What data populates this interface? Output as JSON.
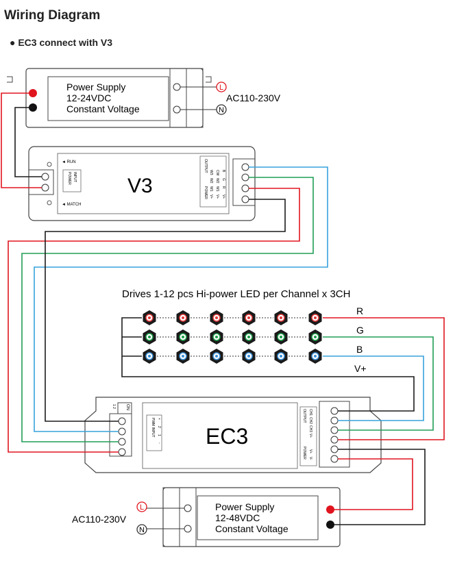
{
  "header": {
    "title": "Wiring Diagram",
    "subtitle": "● EC3 connect with V3"
  },
  "top_psu": {
    "lines": [
      "Power Supply",
      "12-24VDC",
      "Constant Voltage"
    ],
    "ac_label": "AC110-230V",
    "l_label": "L",
    "n_label": "N"
  },
  "v3": {
    "name": "V3",
    "run_label": "◄ RUN",
    "match_label": "◄ MATCH",
    "power_input": [
      "POWER",
      "INPUT"
    ],
    "power_pins": [
      "V-",
      "V+"
    ],
    "output_title": "OUTPUT",
    "power_title": "POWER",
    "pin_rows": [
      [
        "V+",
        "W1",
        "W2",
        "W3"
      ],
      [
        "V+",
        "W1",
        "W2",
        "CW"
      ],
      [
        "V+",
        "R",
        "G",
        "B"
      ]
    ]
  },
  "leds": {
    "caption": "Drives  1-12 pcs Hi-power LED per Channel x 3CH",
    "channels": [
      "R",
      "G",
      "B",
      "V+"
    ],
    "colors": {
      "R": "#e23a3a",
      "G": "#1e9e4a",
      "B": "#3b8fd6"
    }
  },
  "ec3": {
    "name": "EC3",
    "on_label": "ON",
    "dip_label": "1 2",
    "pwm_label": "PWM INPUT",
    "pwm_pins": [
      "+",
      "2",
      "1",
      "-"
    ],
    "output_label": "OUTPUT",
    "output_pins": [
      "CH1",
      "CH2",
      "CH3",
      "V+"
    ],
    "power_label": "POWER",
    "power_pins": [
      "V+",
      "V-"
    ]
  },
  "bottom_psu": {
    "lines": [
      "Power Supply",
      "12-48VDC",
      "Constant Voltage"
    ],
    "ac_label": "AC110-230V",
    "l_label": "L",
    "n_label": "N"
  },
  "wire_colors": {
    "red": "#e0141e",
    "green": "#1f9d55",
    "blue": "#36a2dc",
    "black": "#1a1a1a"
  }
}
